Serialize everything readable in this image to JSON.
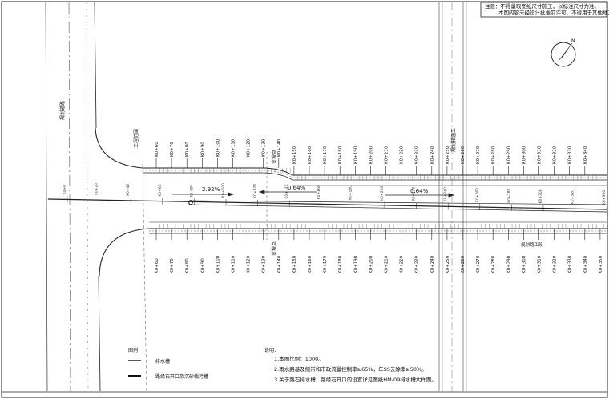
{
  "notice": {
    "line1": "注意：不得量取图纸尺寸施工，以标注尺寸为准。",
    "line2": "本图内容未经设计批准前许可，不得用于其他地方。"
  },
  "north": "N",
  "side_road_label": "规划道路",
  "road_labels": {
    "construction_boundary": "工程范围",
    "slope_change_top": "变坡点",
    "slope_change_bottom": "变坡点",
    "culvert": "规划箱涵工",
    "rear_end": "规划路工段"
  },
  "slopes": [
    "2.92%",
    "0.64%",
    "0.64%"
  ],
  "top_stations": [
    "K0+60",
    "K0+70",
    "K0+80",
    "K0+90",
    "K0+100",
    "K0+110",
    "K0+120",
    "K0+130",
    "K0+140",
    "K0+150",
    "K0+160",
    "K0+170",
    "K0+180",
    "K0+190",
    "K0+200",
    "K0+210",
    "K0+220",
    "K0+230",
    "K0+240",
    "K0+250",
    "K0+260",
    "K0+270",
    "K0+280",
    "K0+290",
    "K0+300",
    "K0+310",
    "K0+320",
    "K0+330",
    "K0+340"
  ],
  "bottom_stations": [
    "K0+60",
    "K0+70",
    "K0+80",
    "K0+90",
    "K0+100",
    "K0+110",
    "K0+120",
    "K0+130",
    "K0+140",
    "K0+150",
    "K0+160",
    "K0+170",
    "K0+180",
    "K0+190",
    "K0+200",
    "K0+210",
    "K0+220",
    "K0+230",
    "K0+240",
    "K0+250",
    "K0+260",
    "K0+270",
    "K0+280",
    "K0+290",
    "K0+300",
    "K0+310",
    "K0+320",
    "K0+330",
    "K0+340",
    "K0+350"
  ],
  "centerline_stations": [
    "K0+0",
    "K0+20",
    "K0+40",
    "K0+60",
    "K0+80",
    "K0+100",
    "K0+120",
    "K0+140",
    "K0+160",
    "K0+180",
    "K0+200",
    "K0+220",
    "K0+240",
    "K0+260",
    "K0+280",
    "K0+300",
    "K0+320",
    "K0+340"
  ],
  "legend": {
    "title": "图例：",
    "item1": "排水槽",
    "item2": "路缘石开口及沉砂截污槽"
  },
  "notes": {
    "title": "说明：",
    "lines": [
      "1.本图比例：1000。",
      "2.雨水路基及侧带和市政流量控制率≥65%，年SS去除率≥50%。",
      "3.关于路石排水槽、路缘石开口的设置详见图纸HM-09排水槽大样图。"
    ]
  }
}
